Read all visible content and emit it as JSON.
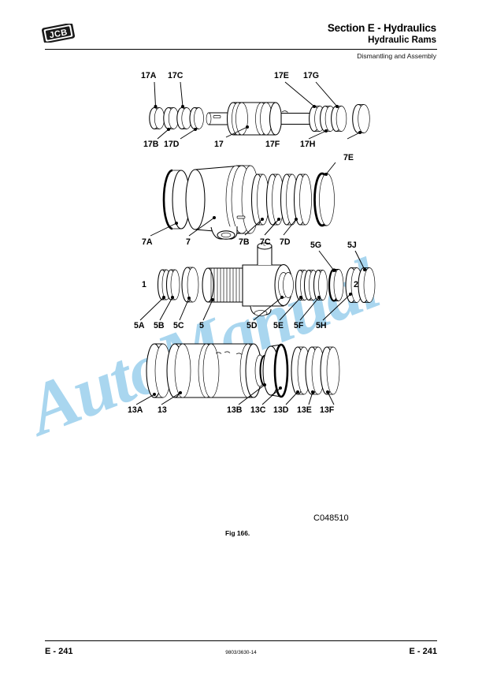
{
  "header": {
    "logo_alt": "JCB",
    "title": "Section E - Hydraulics",
    "subtitle": "Hydraulic Rams",
    "note": "Dismantling and Assembly"
  },
  "footer": {
    "page_left": "E - 241",
    "page_right": "E - 241",
    "doc_number": "9803/3630-14"
  },
  "watermark": {
    "text": "AutoManual",
    "color": "#a9d6ef"
  },
  "figure": {
    "drawing_code": "C048510",
    "caption": "Fig 166.",
    "assemblies": [
      {
        "name": "piston-seal-assembly-17",
        "labels_top": [
          "17A",
          "17C",
          "17E",
          "17G"
        ],
        "labels_bottom": [
          "17B",
          "17D",
          "17",
          "17F",
          "17H"
        ]
      },
      {
        "name": "gland-assembly-7",
        "labels_top": [
          "7E"
        ],
        "labels_bottom": [
          "7A",
          "7",
          "7B",
          "7C",
          "7D"
        ]
      },
      {
        "name": "rod-assembly-5",
        "labels_top": [
          "5G",
          "5J"
        ],
        "labels_side": [
          "1",
          "2"
        ],
        "labels_bottom": [
          "5A",
          "5B",
          "5C",
          "5",
          "5D",
          "5E",
          "5F",
          "5H"
        ]
      },
      {
        "name": "barrel-assembly-13",
        "labels_bottom": [
          "13A",
          "13",
          "13B",
          "13C",
          "13D",
          "13E",
          "13F"
        ]
      }
    ]
  }
}
